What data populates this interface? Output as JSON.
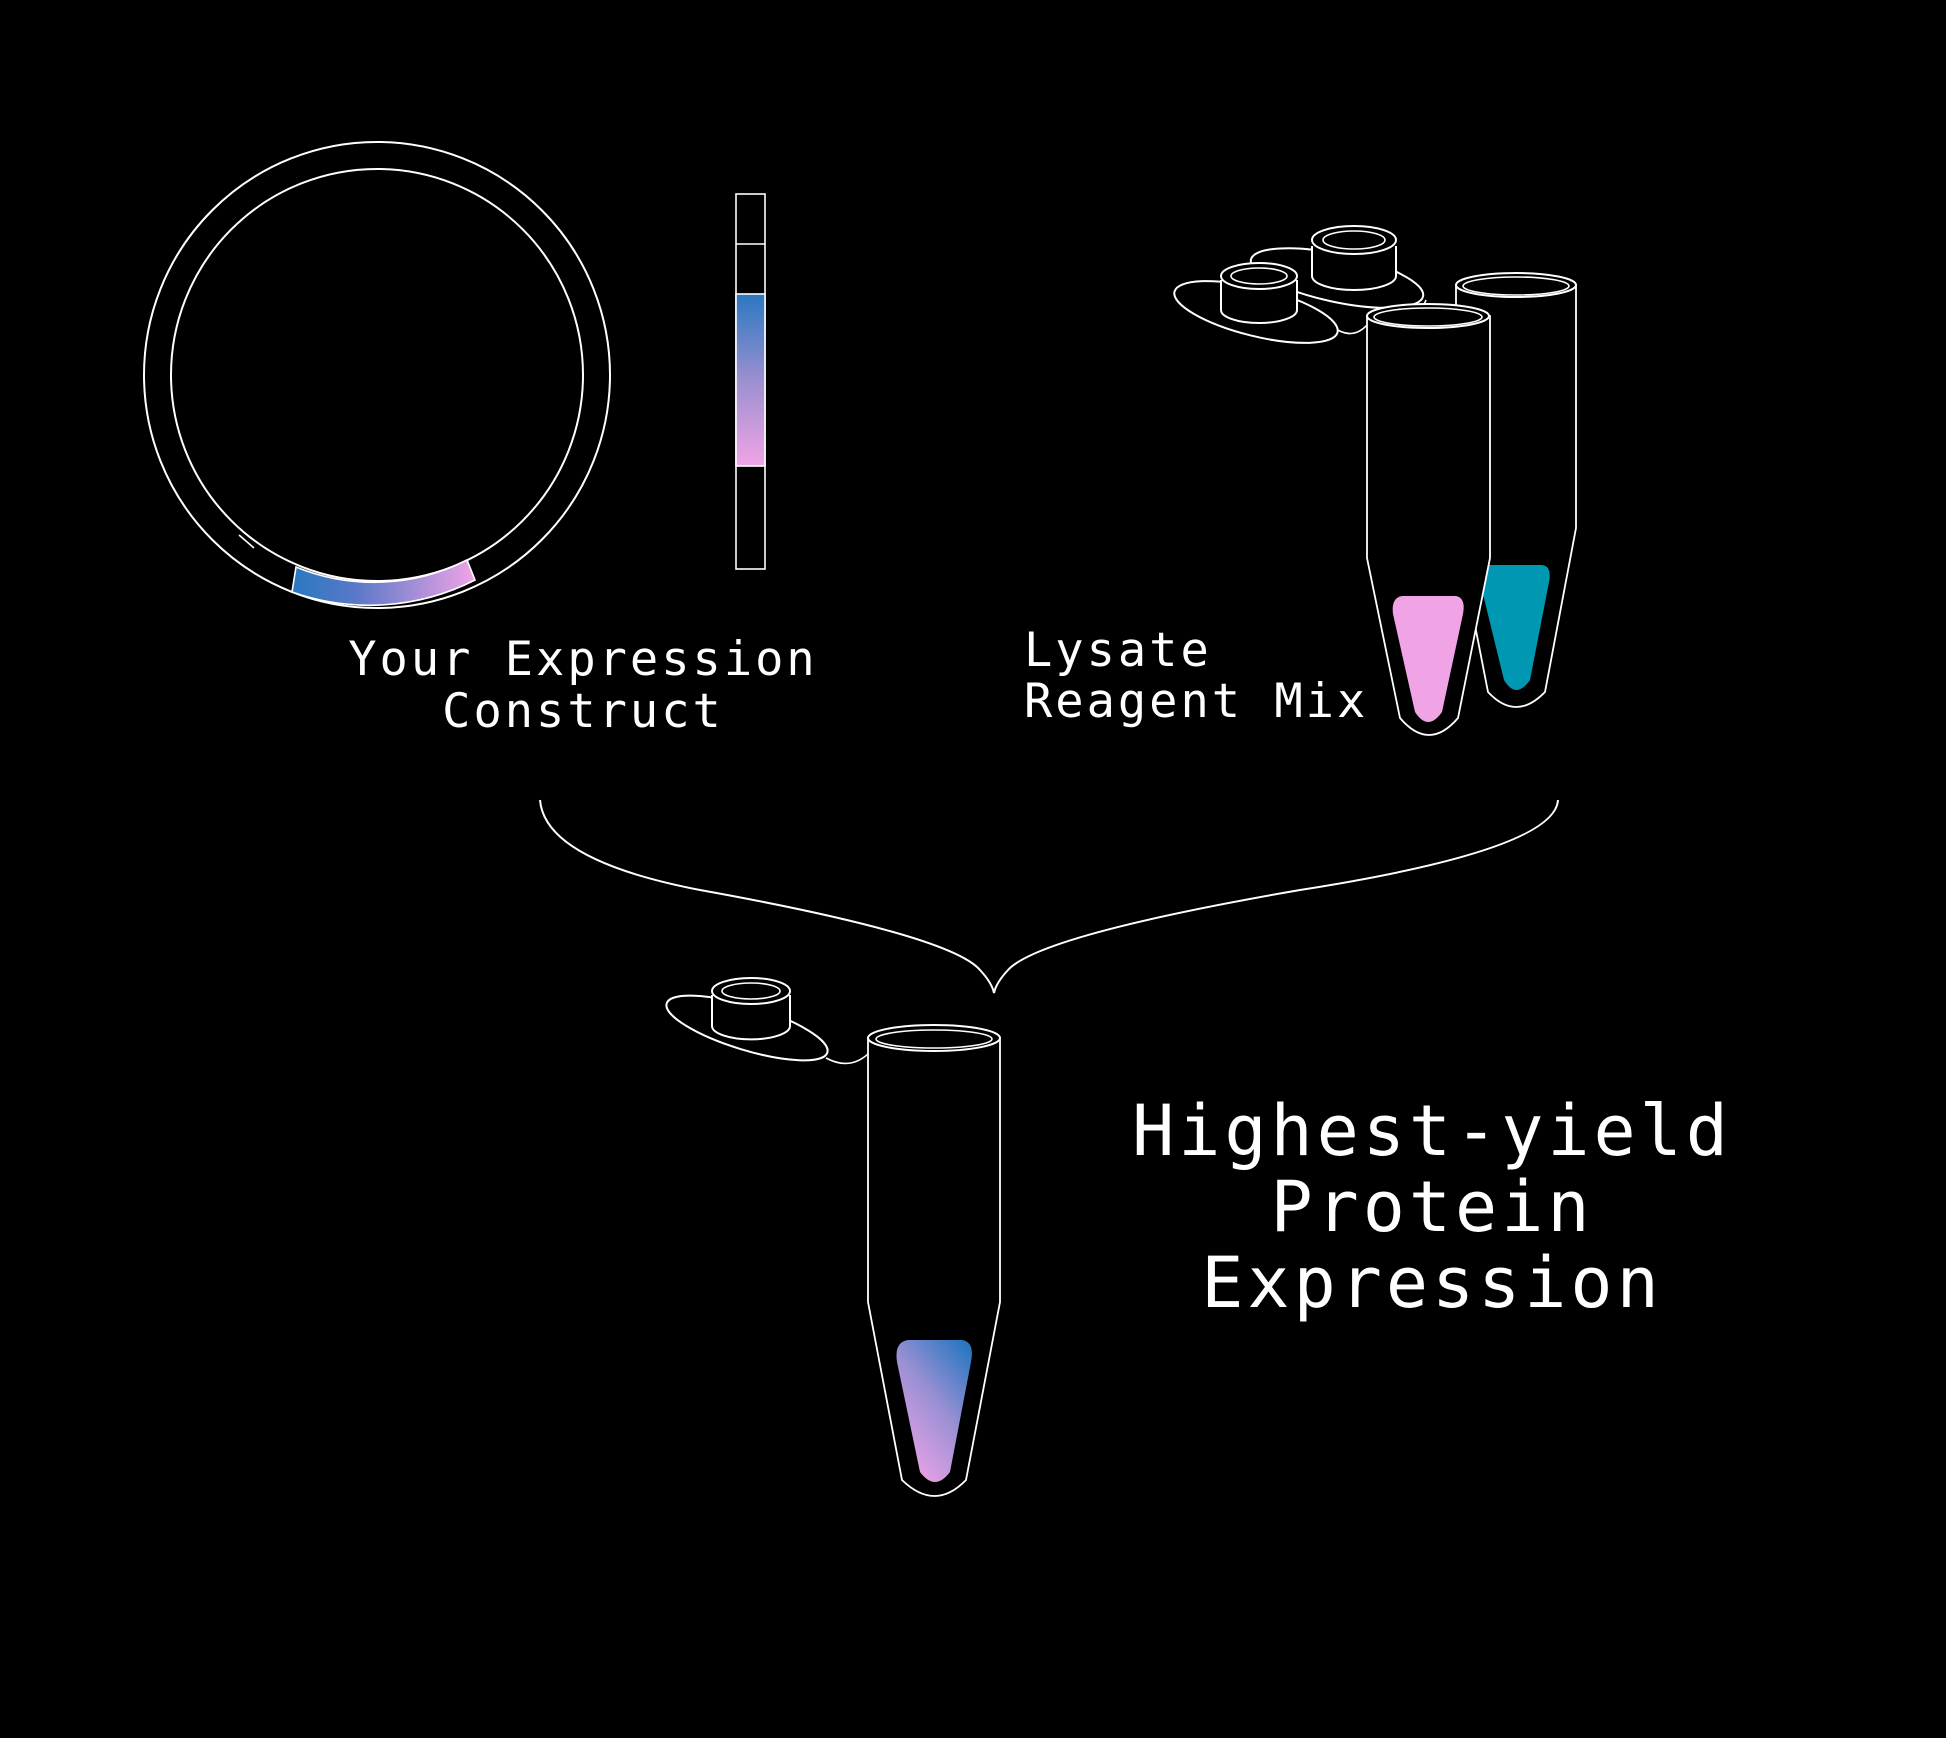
{
  "labels": {
    "construct_line1": "Your Expression",
    "construct_line2": "Construct",
    "lysate_line1": "Lysate",
    "lysate_line2": "Reagent Mix",
    "result_line1": "Highest-yield",
    "result_line2": "Protein",
    "result_line3": "Expression"
  },
  "colors": {
    "background": "#000000",
    "outline": "#ffffff",
    "gene_blue": "#2a78c0",
    "gene_pink": "#f0a4e6",
    "lysate_pink": "#f0a4e6",
    "reagent_teal": "#0097b2"
  }
}
